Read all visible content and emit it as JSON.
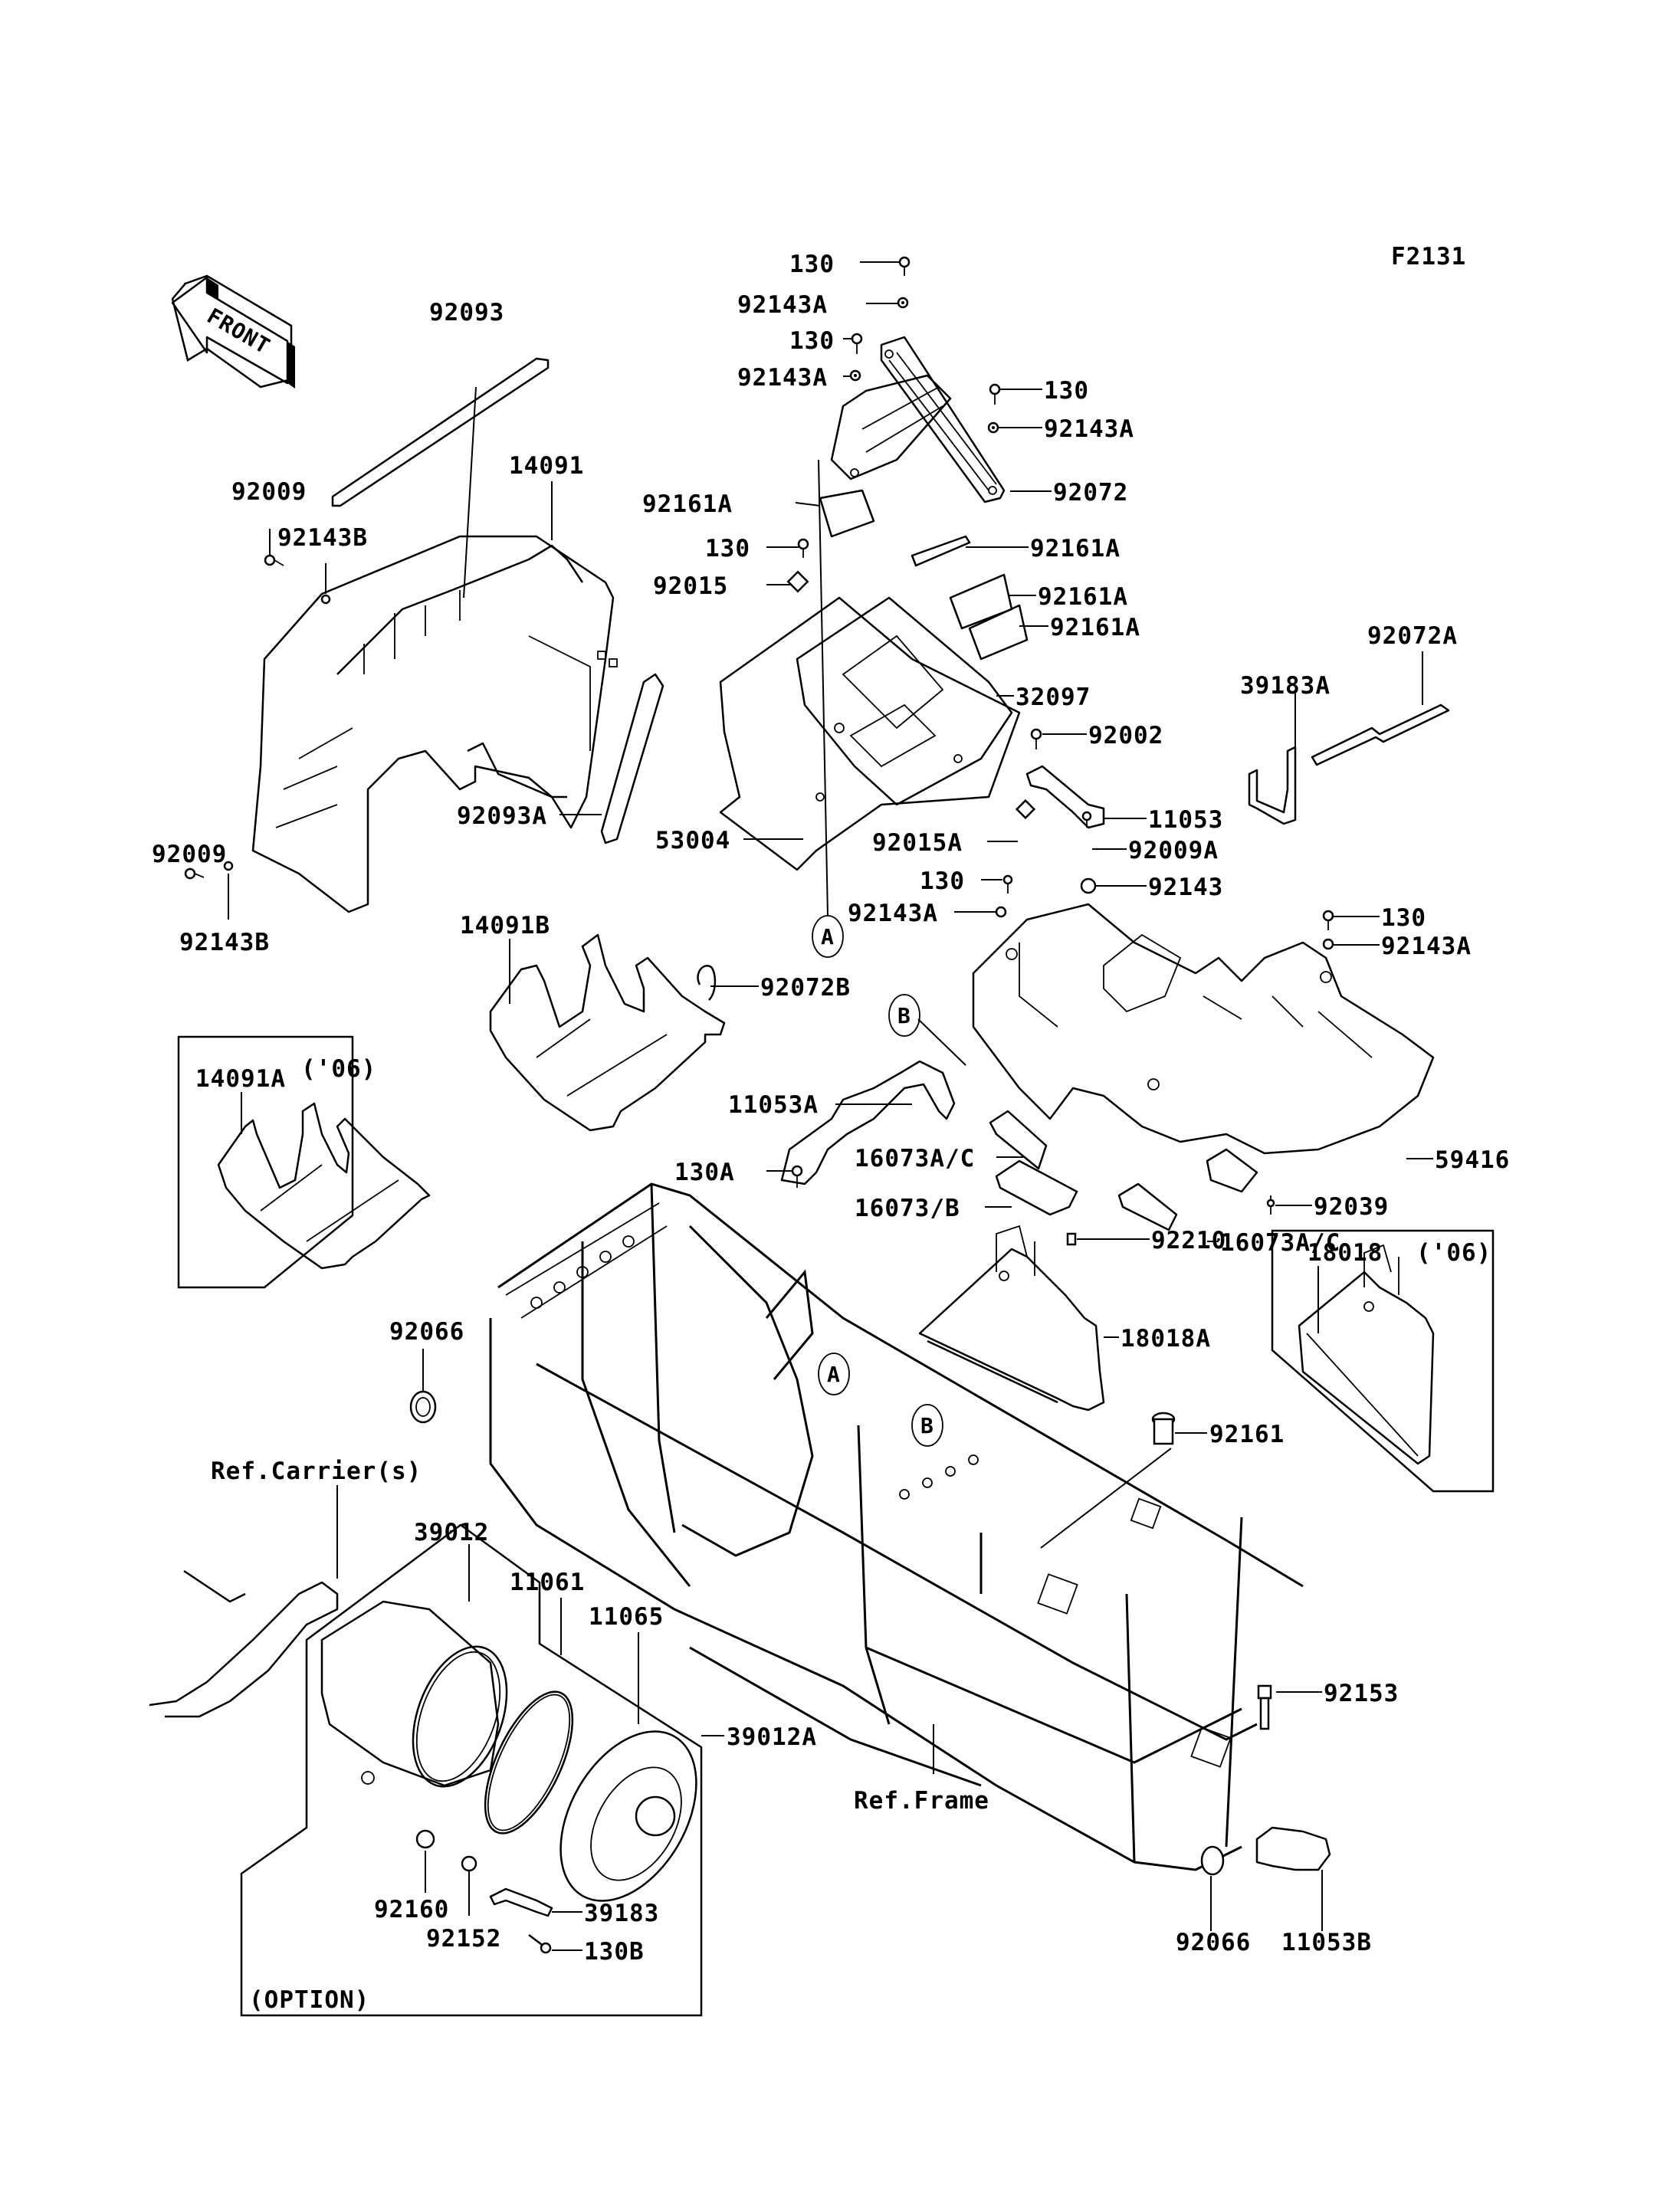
{
  "figure_code": "F2131",
  "front_arrow": {
    "label": "FRONT",
    "icon": "front-arrow-icon"
  },
  "callouts": {
    "A": "A",
    "B": "B"
  },
  "parts": {
    "p130_1": "130",
    "p92143A_1": "92143A",
    "p130_2": "130",
    "p92143A_2": "92143A",
    "p130_3": "130",
    "p92143A_3": "92143A",
    "p92072": "92072",
    "p92161A_1": "92161A",
    "p130_4": "130",
    "p92015": "92015",
    "p92161A_2": "92161A",
    "p92161A_3": "92161A",
    "p92161A_4": "92161A",
    "p32097": "32097",
    "p92002": "92002",
    "p11053": "11053",
    "p53004": "53004",
    "p92015A": "92015A",
    "p92009A": "92009A",
    "p130_5": "130",
    "p92143": "92143",
    "p92143A_4": "92143A",
    "p130_6": "130",
    "p92143A_5": "92143A",
    "p92072A": "92072A",
    "p39183A": "39183A",
    "p92093": "92093",
    "p14091": "14091",
    "p92009_1": "92009",
    "p92143B_1": "92143B",
    "p92093A": "92093A",
    "p92009_2": "92009",
    "p92143B_2": "92143B",
    "p14091B": "14091B",
    "p92072B": "92072B",
    "p14091A": "14091A",
    "p11053A": "11053A",
    "p130A": "130A",
    "p16073AC_1": "16073A/C",
    "p16073B": "16073/B",
    "p59416": "59416",
    "p92039": "92039",
    "p16073AC_2": "16073A/C",
    "p92210": "92210",
    "p18018A": "18018A",
    "p18018": "18018",
    "p92066_1": "92066",
    "p92161": "92161",
    "p39012": "39012",
    "p11061": "11061",
    "p11065": "11065",
    "p39012A": "39012A",
    "p92160": "92160",
    "p92152": "92152",
    "p39183": "39183",
    "p130B": "130B",
    "p92153": "92153",
    "p11053B": "11053B",
    "p92066_2": "92066"
  },
  "references": {
    "carrier": "Ref.Carrier(s)",
    "frame": "Ref.Frame"
  },
  "variant_boxes": {
    "box_14091A": "('06)",
    "box_18018": "('06)"
  },
  "option_label": "(OPTION)"
}
